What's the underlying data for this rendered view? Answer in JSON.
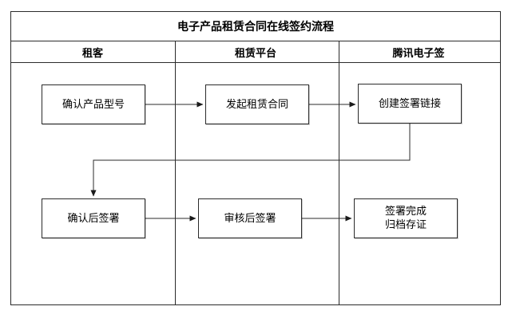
{
  "diagram": {
    "title": "电子产品租赁合同在线签约流程",
    "lanes": [
      {
        "label": "租客"
      },
      {
        "label": "租赁平台"
      },
      {
        "label": "腾讯电子签"
      }
    ],
    "nodes": [
      {
        "id": "confirm-product-model",
        "lane": "租客",
        "label": "确认产品型号"
      },
      {
        "id": "initiate-lease-contract",
        "lane": "租赁平台",
        "label": "发起租赁合同"
      },
      {
        "id": "create-sign-link",
        "lane": "腾讯电子签",
        "label": "创建签署链接"
      },
      {
        "id": "confirm-then-sign",
        "lane": "租客",
        "label": "确认后签署"
      },
      {
        "id": "review-then-sign",
        "lane": "租赁平台",
        "label": "审核后签署"
      },
      {
        "id": "sign-complete-archive",
        "lane": "腾讯电子签",
        "lines": [
          "签署完成",
          "归档存证"
        ]
      }
    ],
    "edges": [
      {
        "from": "确认产品型号",
        "to": "发起租赁合同"
      },
      {
        "from": "发起租赁合同",
        "to": "创建签署链接"
      },
      {
        "from": "创建签署链接",
        "to": "确认后签署"
      },
      {
        "from": "确认后签署",
        "to": "审核后签署"
      },
      {
        "from": "审核后签署",
        "to": "签署完成 归档存证"
      }
    ],
    "colors": {
      "line": "#2b2b2b",
      "border": "#2b2b2b",
      "background": "#ffffff",
      "text": "#000000"
    }
  }
}
